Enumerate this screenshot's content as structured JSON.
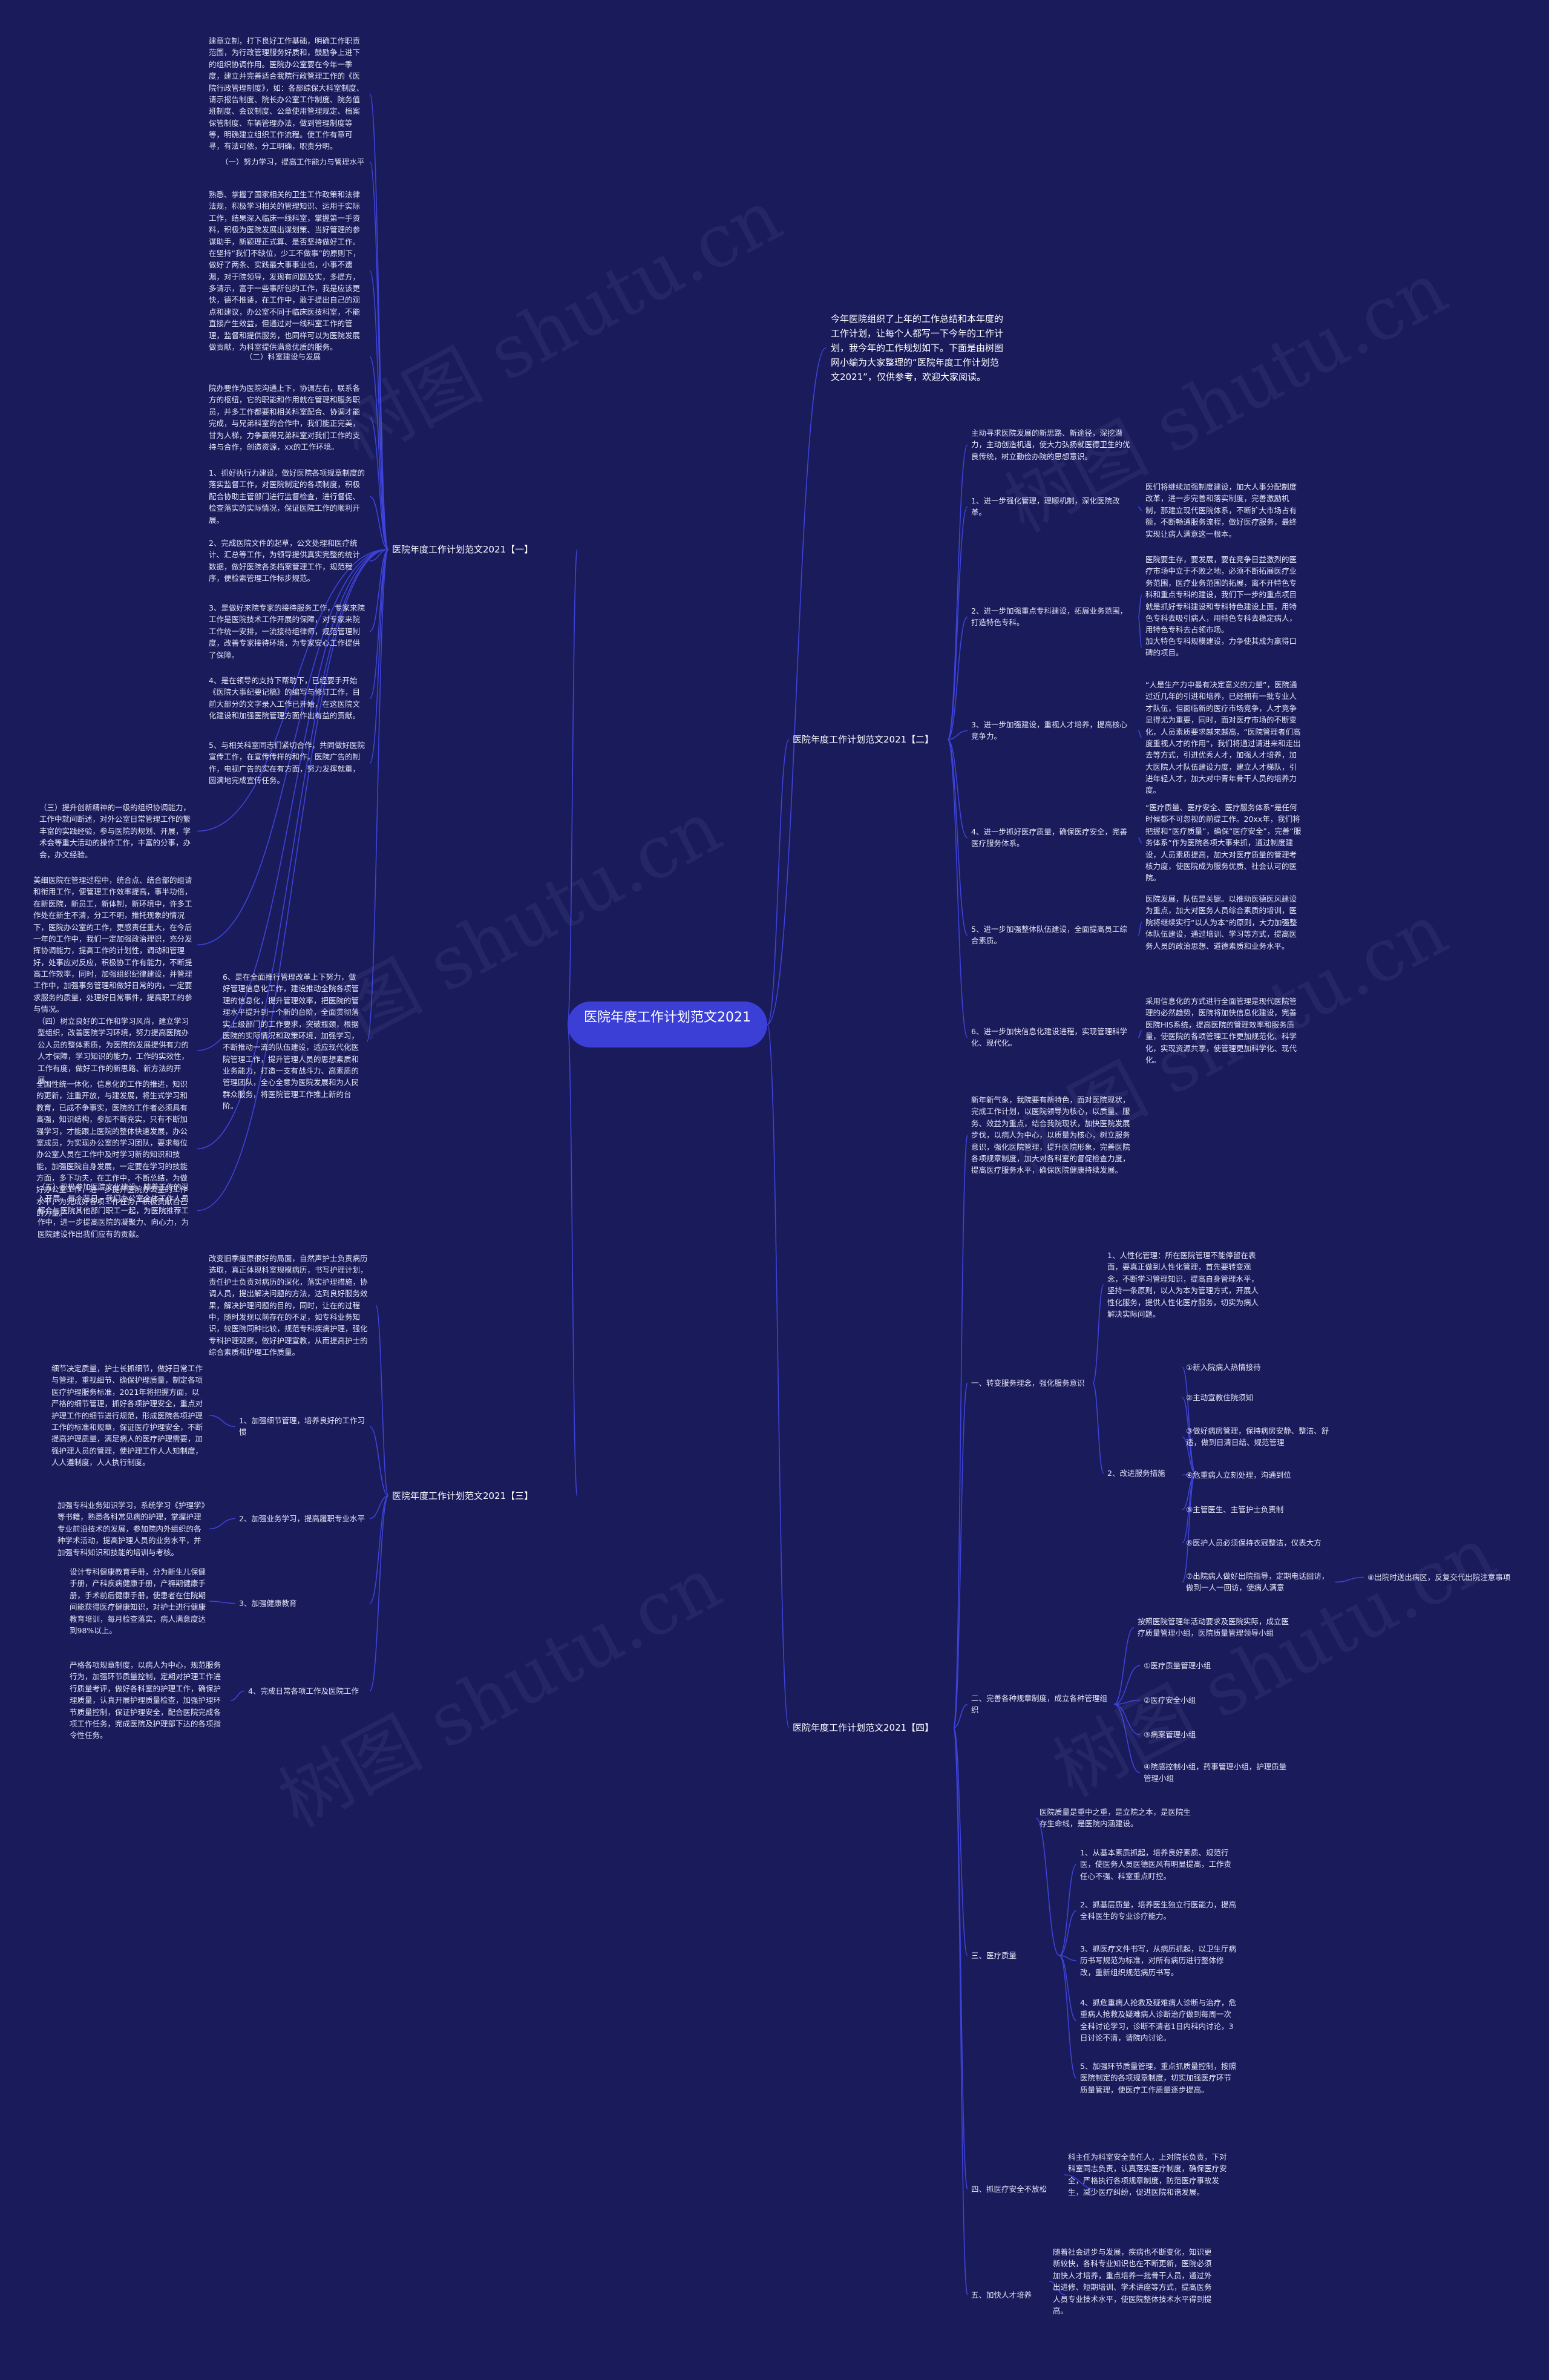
{
  "root": {
    "title": "医院年度工作计划范文2021"
  },
  "intro": "今年医院组织了上年的工作总结和本年度的工作计划，让每个人都写一下今年的工作计划，我今年的工作规划如下。下面是由树图网小编为大家整理的“医院年度工作计划范文2021”，仅供参考，欢迎大家阅读。",
  "watermarks": [
    "树图 shutu.cn",
    "树图 shutu.cn",
    "树图 shutu.cn",
    "树图 shutu.cn",
    "树图 shutu.cn",
    "树图 shutu.cn"
  ],
  "b1": {
    "label": "医院年度工作计划范文2021【一】",
    "nodes": [
      "建章立制，打下良好工作基础，明确工作职责范围，为行政管理服务好质和，鼓励争上进下的组织协调作用。医院办公室要在今年一季度，建立并完善适合我院行政管理工作的《医院行政管理制度》，如：各部综保大科室制度、请示报告制度、院长办公室工作制度、院务值班制度、会议制度、公章使用管理规定、档案保管制度、车辆管理办法，做到管理制度等等，明确建立组织工作流程。使工作有章可寻，有法可依，分工明确，职责分明。",
      "（一）努力学习，提高工作能力与管理水平",
      "熟悉、掌握了国家相关的卫生工作政策和法律法规，积极学习相关的管理知识、运用于实际工作，结果深入临床一线科室，掌握第一手资料，积极为医院发展出谋划策、当好管理的参谋助手，新颖理正式算、是否坚持做好工作。在坚持“我们不缺位，少工不做事”的原则下，做好了两条、实践最大事事业也，小事不遗漏，对于院领导，发现有问题及实，多提方，多请示，富于一些事所包的工作，我是应该更快，德不推诿，在工作中，敢于提出自己的观点和建议，办公室不同于临床医技科室，不能直接产生效益，但通过对一线科室工作的管理，监督和提供服务，也同样可以为医院发展做贡献，为科室提供满意优质的服务。",
      "（二）科室建设与发展",
      "院办要作为医院沟通上下，协调左右，联系各方的枢纽，它的职能和作用就在管理和服务职员，并多工作都要和相关科室配合、协调才能完成，与兄弟科室的合作中，我们能正完美，甘为人梯，力争赢得兄弟科室对我们工作的支持与合作，创造资源，xx的工作环境。",
      "1、抓好执行力建设，做好医院各项规章制度的落实监督工作，对医院制定的各项制度，积极配合协助主管部门进行监督检查，进行督促、检查落实的实际情况，保证医院工作的顺利开展。",
      "2、完成医院文件的起草，公文处理和医疗统计、汇总等工作，为领导提供真实完整的统计数据，做好医院各类档案管理工作，规范程序，便检索管理工作标步规范。",
      "3、是做好来院专家的接待服务工作，专家来院工作是医院技术工作开展的保障，对专家来院工作统一安排，一流接待组律师，规范管理制度，改善专家接待环境，为专家安心工作提供了保障。",
      "4、是在领导的支持下帮助下，已经要手开始《医院大事纪要记稿》的编写与修订工作，目前大部分的文字录入工作已开始，在这医院文化建设和加强医院管理方面作出有益的贡献。",
      "5、与相关科室同志们紧切合作，共同做好医院宣传工作，在宣传传样的和作，医院广告的制作，电视广告的实在有方面，努力发挥就重，圆满地完成宣传任务。",
      "（三）提升创新精神的一级的组织协调能力，工作中就间断述，对外公室日常管理工作的繁丰富的实践经验，参与医院的规划、开展，学术会等重大活动的操作工作，丰富的分事，办会，办文经验。",
      "美细医院在管理过程中，统合点、结合部的组请和衔用工作，便管理工作效率提高，事半功倍，在新医院，新员工，新体制，新环境中，许多工作处在新生不清，分工不明，推托现象的情况下，医院办公室的工作，更感责任重大，在今后一年的工作中，我们一定加强政治理识，充分发挥协调能力，提高工作的计划性，调动和管理好，处事应对反应，积极协工作有能力，不断提高工作效率，同时，加强组织纪律建设，并管理工作中，加强事务管理和做好日常的内，一定要求服务的质量，处理好日常事件，提高职工的参与情况。",
      "6、是在全面推行管理改革上下努力，做好管理信息化工作，建设推动全院各项管理的信息化，提升管理效率，把医院的管理水平提升到一个新的台阶，全面贯彻落实上级部门的工作要求，突破瓶颈，根据医院的实际情况和政策环境，加强学习，不断推动一流的队伍建设，适应现代化医院管理工作，提升管理人员的思想素质和业务能力，打造一支有战斗力、高素质的管理团队，全心全意为医院发展和为人民群众服务，将医院管理工作推上新的台阶。",
      "（四）树立良好的工作和学习风尚，建立学习型组织，改善医院学习环境，努力提高医院办公人员的整体素质，为医院的发展提供有力的人才保障，学习知识的能力，工作的实效性，工作有度，做好工作的新思路、新方法的开展。",
      "全国性统一体化，信息化的工作的推进，知识的更新，注重开放，与建发展，将生式学习和教育，已成不争事实，医院的工作者必须具有高强，知识结构，参加不断充实，只有不断加强学习，才能跟上医院的整体快速发展，办公室成员，为实现办公室的学习团队，要求每位办公室人员在工作中及时学习新的知识和技能，加强医院自身发展，一定要在学习的技能方面，多下功夫，在工作中，不断总结，为做好办公室工作，进一步提升医院办公室的工作水平，为完成好各项工作任务，积极贡献自己的力量。",
      "（五）积极参加医院文化建设，随着工作的深入开展，每个节日，我们办公室全体工作人员都会与医院其他部门职工一起，为医院推荐工作中，进一步提高医院的凝聚力、向心力，为医院建设作出我们应有的贡献。"
    ]
  },
  "b2": {
    "label": "医院年度工作计划范文2021【二】",
    "nodes": [
      "主动寻求医院发展的新思路、新途径，深挖潜力，主动创造机遇，使大力弘扬就医德卫生的优良传统，树立勤俭办院的思想意识。",
      "1、进一步强化管理，理顺机制，深化医院改革。",
      "医们将继续加强制度建设，加大人事分配制度改革，进一步完善和落实制度，完善激励机制，那建立现代医院体系，不断扩大市场占有额，不断畅通服务流程，做好医疗服务，最终实现让病人满意这一根本。",
      "2、进一步加强重点专科建设，拓展业务范围，打造特色专科。",
      "医院要生存，要发展，要在竞争日益激烈的医疗市场中立于不败之地，必须不断拓展医疗业务范围，医疗业务范围的拓展，离不开特色专科和重点专科的建设，我们下一步的重点项目就是抓好专科建设和专科特色建设上面，用特色专科去吸引病人，用特色专科去稳定病人，用特色专科去占领市场。",
      "加大特色专科规模建设，力争使其成为赢得口碑的项目。",
      "3、进一步加强建设，重视人才培养，提高核心竞争力。",
      "“人是生产力中最有决定意义的力量”，医院通过近几年的引进和培养，已经拥有一批专业人才队伍，但面临新的医疗市场竞争，人才竞争显得尤为重要，同时，面对医疗市场的不断变化，人员素质要求越来越高，“医院管理者们高度重视人才的作用”，我们将通过请进来和走出去等方式，引进优秀人才，加强人才培养，加大医院人才队伍建设力度，建立人才梯队，引进年轻人才，加大对中青年骨干人员的培养力度。",
      "4、进一步抓好医疗质量，确保医疗安全，完善医疗服务体系。",
      "“医疗质量、医疗安全、医疗服务体系”是任何时候都不可忽视的前提工作。20xx年，我们将把握和“医疗质量”，确保“医疗安全”，完善“服务体系”作为医院各项大事来抓，通过制度建设，人员素质提高，加大对医疗质量的管理考核力度，使医院成为服务优质、社会认可的医院。",
      "5、进一步加强整体队伍建设，全面提高员工综合素质。",
      "医院发展，队伍是关键。以推动医德医风建设为重点，加大对医务人员综合素质的培训，医院将继续实行“以人为本”的原则，大力加强整体队伍建设，通过培训、学习等方式，提高医务人员的政治思想、道德素质和业务水平。",
      "6、进一步加快信息化建设进程，实现管理科学化、现代化。",
      "采用信息化的方式进行全面管理是现代医院管理的必然趋势，医院将加快信息化建设，完善医院HIS系统，提高医院的管理效率和服务质量，使医院的各项管理工作更加规范化、科学化，实现资源共享，使管理更加科学化、现代化。"
    ]
  },
  "b3": {
    "label": "医院年度工作计划范文2021【三】",
    "nodes": [
      "改变旧季度原很好的局面，自然声护士负责病历选取，真正体现科室规模病历，书写护理计划，责任护士负责对病历的深化，落实护理措施，协调人员，提出解决问题的方法，达到良好服务效果，解决护理问题的目的，同时，让在的过程中，随时发现以前存在的不足，如专科业务知识，较医院同种比较，规范专科疾病护理，强化专科护理观察，做好护理宣教，从而提高护士的综合素质和护理工作质量。",
      "1、加强细节管理，培养良好的工作习惯",
      "细节决定质量，护士长抓细节，做好日常工作与管理，重视细节、确保护理质量，制定各项医疗护理服务标准，2021年将把握方面，以严格的细节管理，抓好各项护理安全，重点对护理工作的细节进行规范，形成医院各项护理工作的标准和规章，保证医疗护理安全，不断提高护理质量，满足病人的医疗护理需要，加强护理人员的管理，使护理工作人人知制度，人人遵制度，人人执行制度。",
      "2、加强业务学习，提高履职专业水平",
      "加强专科业务知识学习，系统学习《护理学》等书籍，熟悉各科常见病的护理，掌握护理专业前沿技术的发展，参加院内外组织的各种学术活动，提高护理人员的业务水平，并加强专科知识和技能的培训与考核。",
      "3、加强健康教育",
      "设计专科健康教育手册，分为新生儿保健手册，产科疾病健康手册，产褥期健康手册，手术前后健康手册，使患者在住院期间能获得医疗健康知识，对护士进行健康教育培训，每月检查落实，病人满意度达到98%以上。",
      "4、完成日常各项工作及医院工作",
      "严格各项规章制度，以病人为中心，规范服务行为，加强环节质量控制，定期对护理工作进行质量考评，做好各科室的护理工作，确保护理质量，认真开展护理质量检查，加强护理环节质量控制，保证护理安全，配合医院完成各项工作任务，完成医院及护理部下达的各项指令性任务。"
    ]
  },
  "b4": {
    "label": "医院年度工作计划范文2021【四】",
    "nodes": [
      "新年新气象，我院要有新特色，面对医院现状，完成工作计划，以医院领导为核心，以质量、服务、效益为重点，结合我院现状，加快医院发展步伐，以病人为中心，以质量为核心，树立服务意识，强化医院管理，提升医院形象，完善医院各项规章制度，加大对各科室的督促检查力度，提高医疗服务水平，确保医院健康持续发展。",
      "一、转变服务理念，强化服务意识",
      "1、人性化管理：所在医院管理不能停留在表面，要真正做到人性化管理，首先要转变观念，不断学习管理知识，提高自身管理水平，坚持一条原则，以人为本为管理方式，开展人性化服务，提供人性化医疗服务，切实为病人解决实际问题。",
      "2、改进服务措施",
      "①新入院病人热情接待",
      "②主动宣教住院须知",
      "③做好病房管理，保持病房安静、整洁、舒适，做到日清日结、规范管理",
      "④危重病人立刻处理，沟通到位",
      "⑤主管医生、主管护士负责制",
      "⑥医护人员必须保持衣冠整洁，仪表大方",
      "⑦出院病人做好出院指导，定期电话回访，做到一人一回访，使病人满意",
      "⑧出院时送出病区，反复交代出院注意事项",
      "二、完善各种规章制度，成立各种管理组织",
      "按照医院管理年活动要求及医院实际，成立医疗质量管理小组，医院质量管理领导小组",
      "①医疗质量管理小组",
      "②医疗安全小组",
      "③病案管理小组",
      "④院感控制小组，药事管理小组，护理质量管理小组",
      "三、医疗质量",
      "医院质量是重中之重，是立院之本，是医院生存生命线，是医院内涵建设。",
      "1、从基本素质抓起，培养良好素质、规范行医，使医务人员医德医风有明显提高，工作责任心不强、科室重点盯控。",
      "2、抓基层质量，培养医生独立行医能力，提高全科医生的专业诊疗能力。",
      "3、抓医疗文件书写，从病历抓起，以卫生厅病历书写规范为标准，对所有病历进行整体修改，重新组织规范病历书写。",
      "4、抓危重病人抢救及疑难病人诊断与治疗，危重病人抢救及疑难病人诊断治疗做到每周一次全科讨论学习，诊断不清者1日内科内讨论，3日讨论不清，请院内讨论。",
      "5、加强环节质量管理，重点抓质量控制，按照医院制定的各项规章制度，切实加强医疗环节质量管理，使医疗工作质量逐步提高。",
      "四、抓医疗安全不放松",
      "科主任为科室安全责任人，上对院长负责，下对科室同志负责，认真落实医疗制度，确保医疗安全，严格执行各项规章制度，防范医疗事故发生，减少医疗纠纷，促进医院和谐发展。",
      "五、加快人才培养",
      "随着社会进步与发展，疾病也不断变化，知识更新较快，各科专业知识也在不断更新，医院必须加快人才培养，重点培养一批骨干人员，通过外出进修、短期培训、学术讲座等方式，提高医务人员专业技术水平，使医院整体技术水平得到提高。"
    ]
  }
}
